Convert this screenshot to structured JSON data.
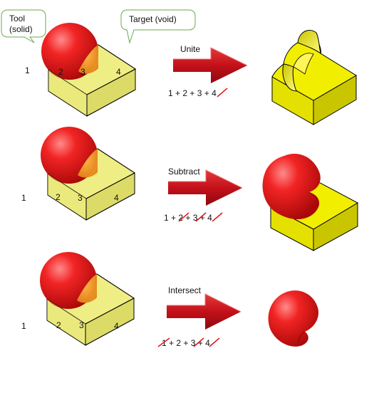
{
  "callouts": {
    "tool": [
      "Tool",
      "(solid)"
    ],
    "target": "Target (void)"
  },
  "region_labels": [
    "1",
    "2",
    "3",
    "4"
  ],
  "operations": [
    {
      "name": "Unite",
      "formula": [
        {
          "text": "1",
          "struck": false
        },
        {
          "text": " + ",
          "struck": false
        },
        {
          "text": "2",
          "struck": false
        },
        {
          "text": " + ",
          "struck": false
        },
        {
          "text": "3",
          "struck": false
        },
        {
          "text": " + ",
          "struck": false
        },
        {
          "text": "4",
          "struck": true
        }
      ]
    },
    {
      "name": "Subtract",
      "formula": [
        {
          "text": "1",
          "struck": false
        },
        {
          "text": " + ",
          "struck": false
        },
        {
          "text": "2",
          "struck": true
        },
        {
          "text": " + ",
          "struck": false
        },
        {
          "text": "3",
          "struck": true
        },
        {
          "text": " + ",
          "struck": false
        },
        {
          "text": "4",
          "struck": true
        }
      ]
    },
    {
      "name": "Intersect",
      "formula": [
        {
          "text": "1",
          "struck": true
        },
        {
          "text": " + ",
          "struck": false
        },
        {
          "text": "2",
          "struck": false
        },
        {
          "text": " + ",
          "struck": false
        },
        {
          "text": "3",
          "struck": true
        },
        {
          "text": " + ",
          "struck": false
        },
        {
          "text": "4",
          "struck": true
        }
      ]
    }
  ],
  "colors": {
    "cube_face": "#e9e871",
    "cube_edge": "#000000",
    "sphere": "#ee1c1c",
    "overlap": "#f29a1a",
    "solid_yellow": "#f2ee00",
    "arrow": "#c8151d",
    "strike": "#e01818",
    "callout_border": "#6aa84f"
  }
}
